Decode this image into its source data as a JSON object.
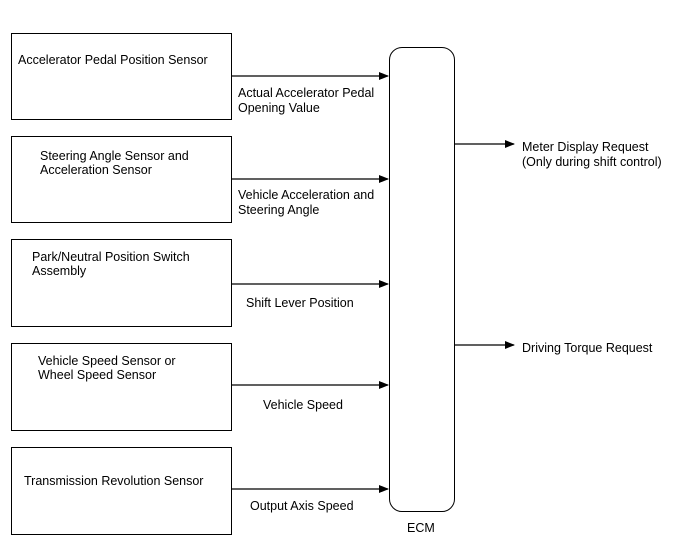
{
  "inputs": [
    {
      "box_label": "Accelerator Pedal Position Sensor",
      "signal": "Actual Accelerator Pedal\nOpening Value"
    },
    {
      "box_label": "Steering Angle Sensor and\nAcceleration Sensor",
      "signal": "Vehicle Acceleration and\nSteering Angle"
    },
    {
      "box_label": "Park/Neutral Position Switch\nAssembly",
      "signal": "Shift Lever Position"
    },
    {
      "box_label": "Vehicle Speed Sensor or\nWheel Speed Sensor",
      "signal": "Vehicle Speed"
    },
    {
      "box_label": "Transmission Revolution Sensor",
      "signal": "Output Axis Speed"
    }
  ],
  "outputs": [
    {
      "label": "Meter Display Request\n(Only during shift control)"
    },
    {
      "label": "Driving Torque Request"
    }
  ],
  "ecm": {
    "label": "ECM"
  },
  "colors": {
    "line": "#000000",
    "background": "#ffffff"
  }
}
